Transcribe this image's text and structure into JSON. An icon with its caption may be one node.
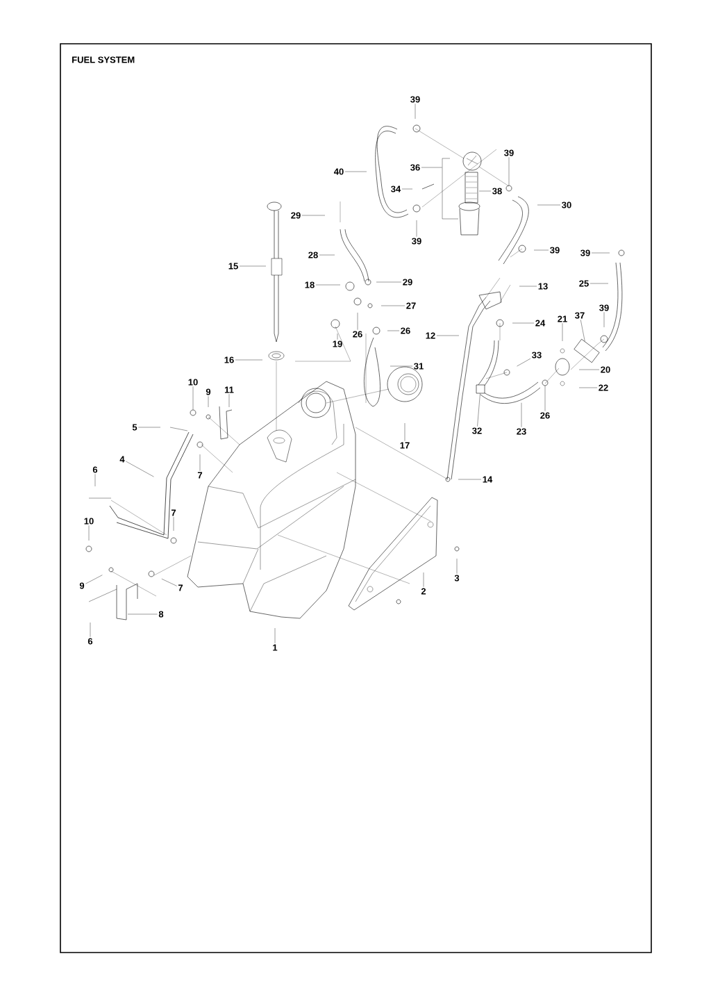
{
  "diagram": {
    "title": "FUEL SYSTEM",
    "nodes": [
      {
        "text": [
          "39"
        ]
      },
      {
        "text": [
          "40"
        ]
      },
      {
        "text": [
          "36"
        ]
      },
      {
        "text": [
          "39"
        ]
      },
      {
        "text": [
          "34"
        ]
      },
      {
        "text": [
          "38"
        ]
      },
      {
        "text": [
          "30"
        ]
      },
      {
        "text": [
          "29"
        ]
      },
      {
        "text": [
          "39"
        ]
      },
      {
        "text": [
          "15"
        ]
      },
      {
        "text": [
          "28"
        ]
      },
      {
        "text": [
          "39"
        ]
      },
      {
        "text": [
          "39"
        ]
      },
      {
        "text": [
          "25"
        ]
      },
      {
        "text": [
          "18"
        ]
      },
      {
        "text": [
          "29"
        ]
      },
      {
        "text": [
          "13"
        ]
      },
      {
        "text": [
          "27"
        ]
      },
      {
        "text": [
          "24"
        ]
      },
      {
        "text": [
          "21"
        ]
      },
      {
        "text": [
          "37"
        ]
      },
      {
        "text": [
          "39"
        ]
      },
      {
        "text": [
          "12"
        ]
      },
      {
        "text": [
          "19"
        ]
      },
      {
        "text": [
          "26"
        ]
      },
      {
        "text": [
          "26"
        ]
      },
      {
        "text": [
          "33"
        ]
      },
      {
        "text": [
          "16"
        ]
      },
      {
        "text": [
          "31"
        ]
      },
      {
        "text": [
          "20"
        ]
      },
      {
        "text": [
          "10"
        ]
      },
      {
        "text": [
          "9"
        ]
      },
      {
        "text": [
          "11"
        ]
      },
      {
        "text": [
          "22"
        ]
      },
      {
        "text": [
          "5"
        ]
      },
      {
        "text": [
          "17"
        ]
      },
      {
        "text": [
          "32"
        ]
      },
      {
        "text": [
          "23"
        ]
      },
      {
        "text": [
          "26"
        ]
      },
      {
        "text": [
          "7"
        ]
      },
      {
        "text": [
          "4"
        ]
      },
      {
        "text": [
          "14"
        ]
      },
      {
        "text": [
          "6"
        ]
      },
      {
        "text": [
          "7"
        ]
      },
      {
        "text": [
          "10"
        ]
      },
      {
        "text": [
          "3"
        ]
      },
      {
        "text": [
          "2"
        ]
      },
      {
        "text": [
          "9"
        ]
      },
      {
        "text": [
          "7"
        ]
      },
      {
        "text": [
          "8"
        ]
      },
      {
        "text": [
          "6"
        ]
      },
      {
        "text": [
          "1"
        ]
      },
      {
        "text": [],
        "shape": "bracket"
      },
      {
        "text": [],
        "shape": "circle"
      },
      {
        "text": [],
        "shape": "circle"
      },
      {
        "text": [],
        "shape": "cylinder"
      },
      {
        "text": [],
        "shape": "hose"
      },
      {
        "text": [],
        "shape": "circle"
      },
      {
        "text": [],
        "shape": "box"
      }
    ],
    "edges": [
      {
        "from": 0,
        "to": null,
        "arrow": "none"
      },
      {
        "from": 1,
        "to": null,
        "arrow": "none"
      },
      {
        "from": 2,
        "to": 52,
        "arrow": "none"
      },
      {
        "from": 3,
        "to": 53,
        "arrow": "none"
      },
      {
        "from": 4,
        "to": null,
        "arrow": "none"
      },
      {
        "from": 5,
        "to": null,
        "arrow": "none"
      },
      {
        "from": 6,
        "to": null,
        "arrow": "none"
      },
      {
        "from": 7,
        "to": null,
        "arrow": "none"
      },
      {
        "from": 8,
        "to": null,
        "arrow": "none"
      },
      {
        "from": 9,
        "to": null,
        "arrow": "none"
      },
      {
        "from": 10,
        "to": null,
        "arrow": "none"
      },
      {
        "from": 11,
        "to": null,
        "arrow": "none"
      },
      {
        "from": 12,
        "to": null,
        "arrow": "none"
      },
      {
        "from": 13,
        "to": null,
        "arrow": "none"
      },
      {
        "from": 14,
        "to": null,
        "arrow": "none"
      },
      {
        "from": 15,
        "to": null,
        "arrow": "none"
      },
      {
        "from": 16,
        "to": null,
        "arrow": "none"
      },
      {
        "from": 17,
        "to": null,
        "arrow": "none"
      },
      {
        "from": 18,
        "to": null,
        "arrow": "none"
      },
      {
        "from": 19,
        "to": null,
        "arrow": "none"
      },
      {
        "from": 20,
        "to": 55,
        "arrow": "none"
      },
      {
        "from": 21,
        "to": null,
        "arrow": "none"
      },
      {
        "from": 22,
        "to": null,
        "arrow": "none"
      },
      {
        "from": 23,
        "to": null,
        "arrow": "none"
      },
      {
        "from": 24,
        "to": null,
        "arrow": "none"
      },
      {
        "from": 25,
        "to": null,
        "arrow": "none"
      },
      {
        "from": 26,
        "to": null,
        "arrow": "none"
      },
      {
        "from": 27,
        "to": null,
        "arrow": "none"
      },
      {
        "from": 28,
        "to": null,
        "arrow": "none"
      },
      {
        "from": 29,
        "to": null,
        "arrow": "none"
      },
      {
        "from": 30,
        "to": 54,
        "arrow": "none"
      },
      {
        "from": 31,
        "to": null,
        "arrow": "none"
      },
      {
        "from": 32,
        "to": null,
        "arrow": "none"
      },
      {
        "from": 33,
        "to": null,
        "arrow": "none"
      },
      {
        "from": 34,
        "to": null,
        "arrow": "none"
      },
      {
        "from": 35,
        "to": null,
        "arrow": "none"
      },
      {
        "from": 36,
        "to": 58,
        "arrow": "none"
      },
      {
        "from": 37,
        "to": 56,
        "arrow": "none"
      },
      {
        "from": 38,
        "to": 57,
        "arrow": "none"
      },
      {
        "from": 39,
        "to": null,
        "arrow": "none"
      },
      {
        "from": 40,
        "to": null,
        "arrow": "none"
      },
      {
        "from": 41,
        "to": null,
        "arrow": "none"
      },
      {
        "from": 42,
        "to": null,
        "arrow": "none"
      },
      {
        "from": 43,
        "to": null,
        "arrow": "none"
      },
      {
        "from": 44,
        "to": null,
        "arrow": "none"
      },
      {
        "from": 45,
        "to": null,
        "arrow": "none"
      },
      {
        "from": 46,
        "to": null,
        "arrow": "none"
      },
      {
        "from": 47,
        "to": null,
        "arrow": "none"
      },
      {
        "from": 48,
        "to": null,
        "arrow": "none"
      },
      {
        "from": 49,
        "to": null,
        "arrow": "none"
      },
      {
        "from": 50,
        "to": null,
        "arrow": "none"
      },
      {
        "from": 51,
        "to": null,
        "arrow": "none"
      }
    ]
  }
}
